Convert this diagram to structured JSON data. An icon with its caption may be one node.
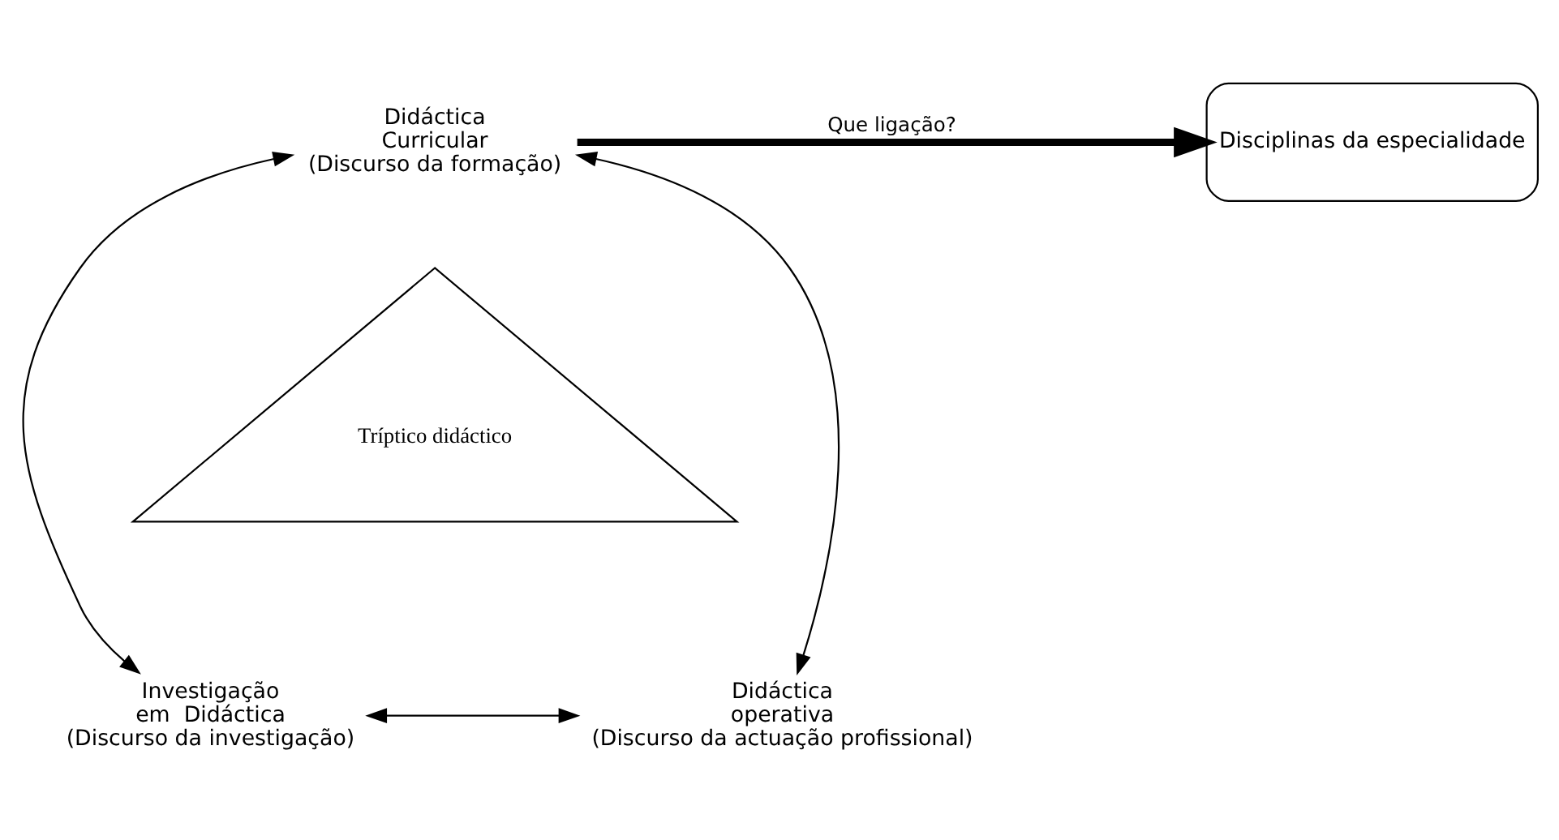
{
  "diagram": {
    "nodes": [
      {
        "text": [
          "Didáctica",
          "Curricular",
          "(Discurso da formação)"
        ]
      },
      {
        "text": [
          "Disciplinas da especialidade"
        ]
      },
      {
        "text": [
          "Tríptico didáctico"
        ]
      },
      {
        "text": [
          "Investigação",
          "em  Didáctica",
          "(Discurso da investigação)"
        ]
      },
      {
        "text": [
          "Didáctica",
          "operativa",
          "(Discurso da actuação profissional)"
        ]
      }
    ],
    "edges": [
      {
        "from": 0,
        "to": 1,
        "arrow": "to",
        "label": "Que ligação?",
        "style": "thick"
      },
      {
        "from": 0,
        "to": 3,
        "arrow": "both"
      },
      {
        "from": 0,
        "to": 4,
        "arrow": "both"
      },
      {
        "from": 3,
        "to": 4,
        "arrow": "both"
      }
    ]
  }
}
